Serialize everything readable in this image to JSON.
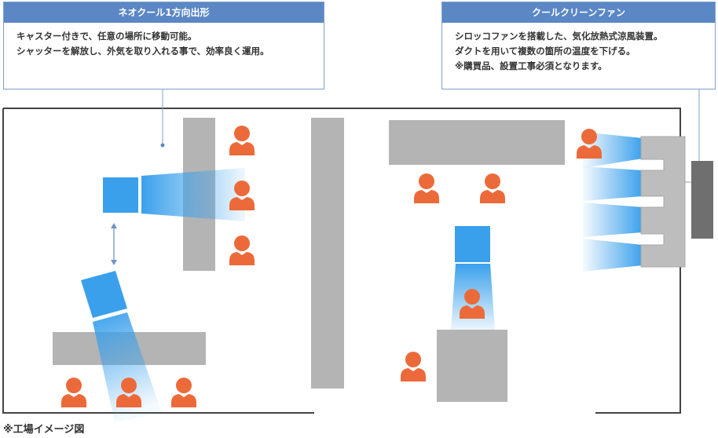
{
  "callout_left": {
    "title": "ネオクール1方向出形",
    "lines": [
      "キャスター付きで、任意の場所に移動可能。",
      "シャッターを解放し、外気を取り入れる事で、効率良く運用。"
    ]
  },
  "callout_right": {
    "title": "クールクリーンファン",
    "lines": [
      "シロッコファンを搭載した、気化放熱式涼風装置。",
      "ダクトを用いて複数の箇所の温度を下げる。",
      "※購買品、設置工事必須となります。"
    ]
  },
  "caption": "※工場イメージ図",
  "colors": {
    "callout_header": "#5b87c5",
    "callout_border": "#7fa0c8",
    "fan_blue": "#3aa0ec",
    "airflow_light": "#d8effd",
    "machine_gray": "#b4b4b4",
    "unit_gray": "#bdbdbd",
    "duct_dark": "#6f6f6f",
    "worker_orange": "#ec6a3a",
    "arrow_blue": "#6f95c4"
  },
  "icons": {
    "worker": "person-icon",
    "move": "double-arrow-icon"
  }
}
